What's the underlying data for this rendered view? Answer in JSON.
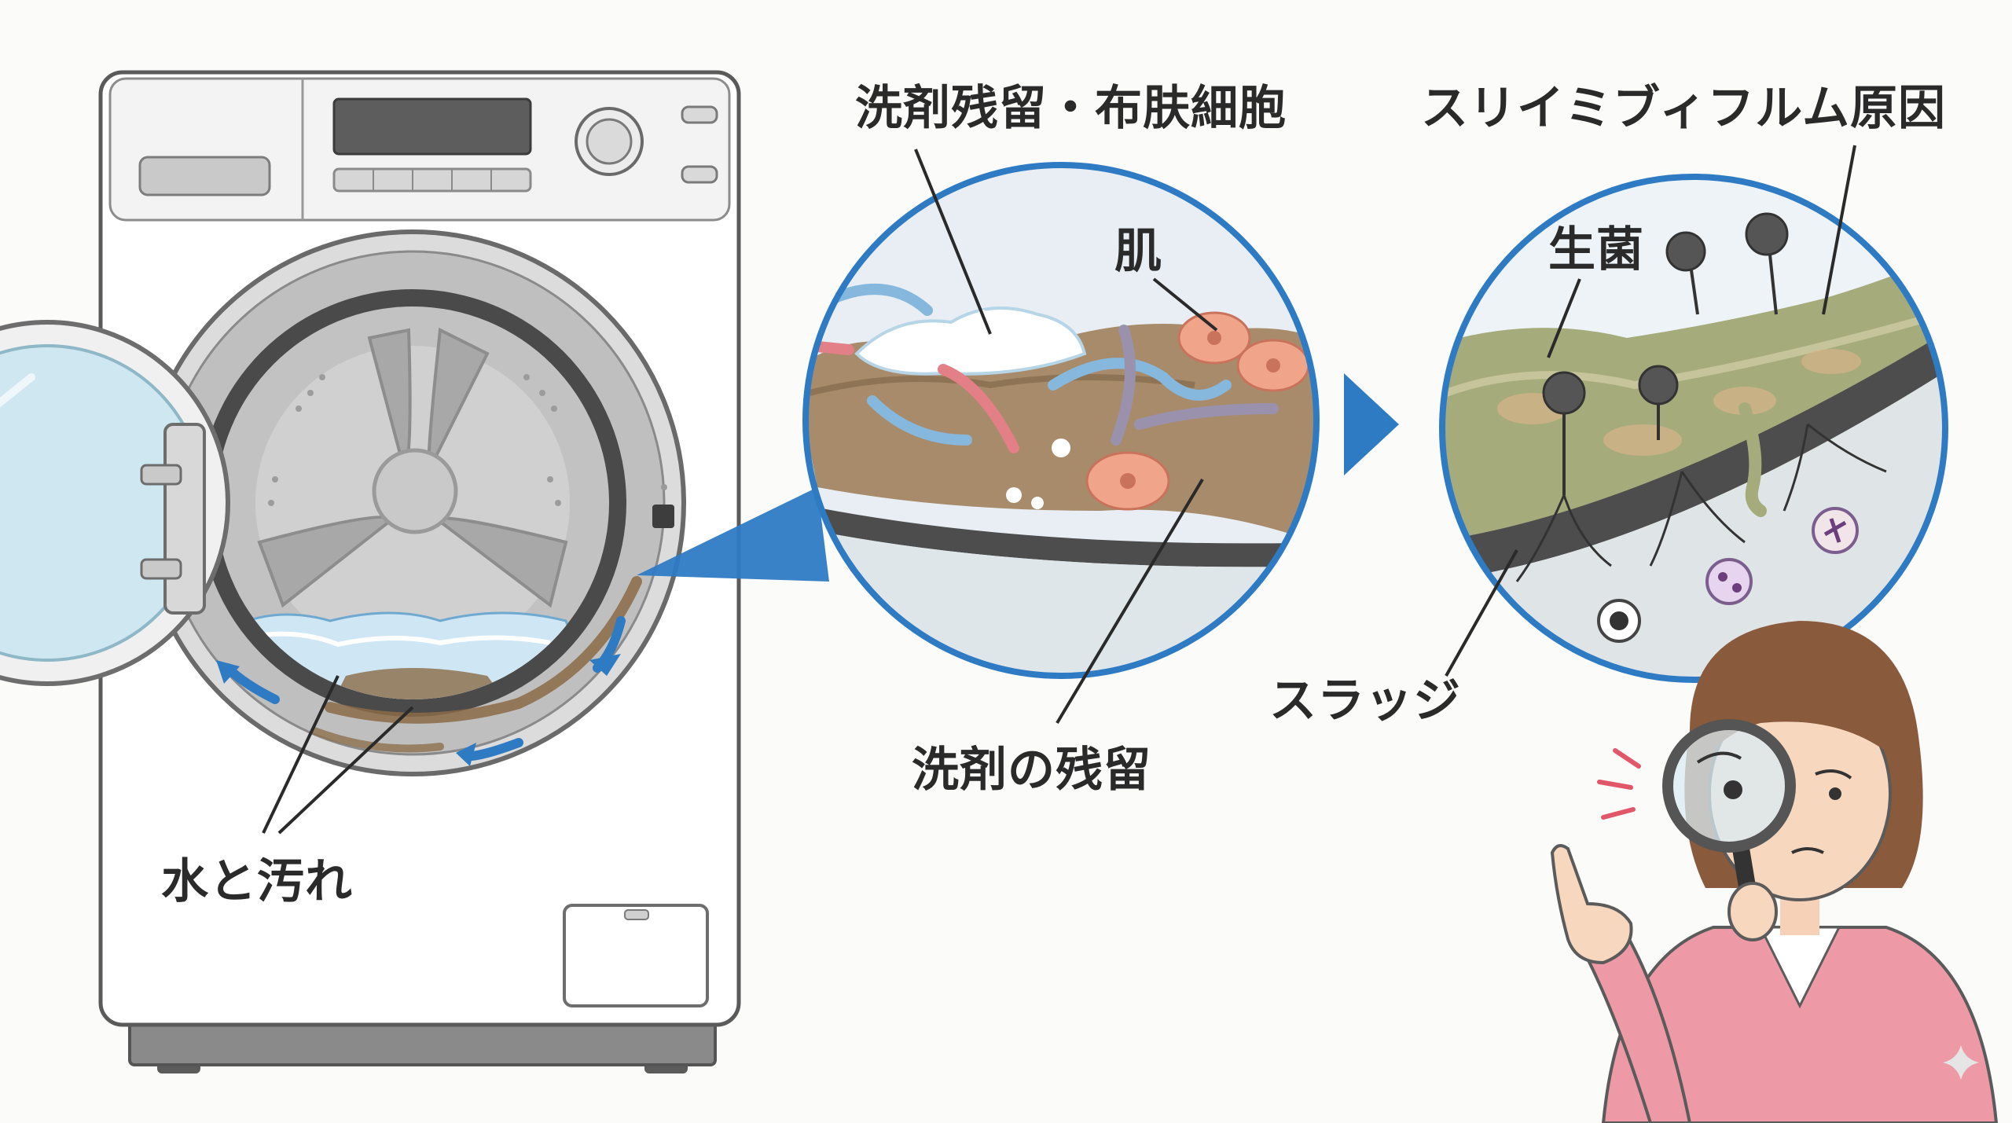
{
  "labels": {
    "water_dirt": "水と汚れ",
    "residue_skin": "洗剤残留・布肤細胞",
    "skin": "肌",
    "detergent_residue": "洗剤の残留",
    "slime_cause": "スリイミブィフルム原因",
    "fungus": "生菌",
    "sludge": "スラッジ"
  },
  "colors": {
    "accent_blue": "#2e7bc4",
    "machine_body": "#ffffff",
    "machine_outline": "#5c5c5c",
    "sludge_brown": "#8a6b45",
    "biofilm_green": "#a7ae7c",
    "skin_pink": "#e99b84"
  },
  "icons": [
    "washing-machine",
    "magnifier-zoom",
    "arrow-right",
    "mold-spore",
    "bacteria",
    "woman-with-magnifying-glass"
  ]
}
